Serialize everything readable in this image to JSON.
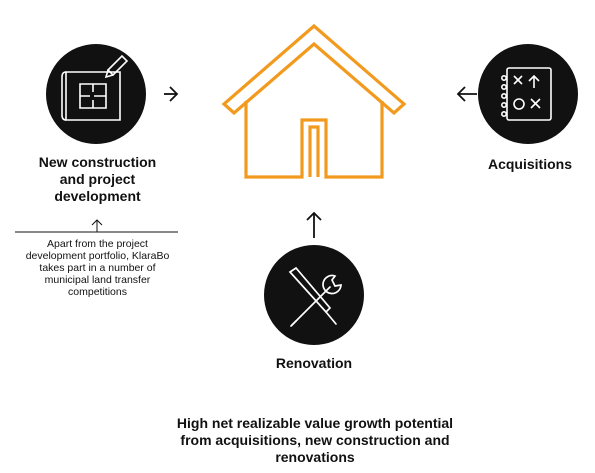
{
  "colors": {
    "accent": "#F29A1E",
    "circle": "#111111",
    "icon_stroke": "#FFFFFF",
    "text": "#111111"
  },
  "house": {
    "icon": "house-icon"
  },
  "nodes": {
    "new_construction": {
      "icon": "blueprint-icon",
      "label_line1": "New construction",
      "label_line2": "and project",
      "label_line3": "development",
      "description": [
        "Apart from the project",
        "development portfolio, KlaraBo",
        "takes part in a number of",
        "municipal land transfer",
        "competitions"
      ]
    },
    "acquisitions": {
      "icon": "strategy-board-icon",
      "label": "Acquisitions"
    },
    "renovation": {
      "icon": "tools-icon",
      "label": "Renovation"
    }
  },
  "footer": {
    "line1": "High net realizable value growth potential",
    "line2": "from acquisitions, new construction and",
    "line3": "renovations"
  }
}
